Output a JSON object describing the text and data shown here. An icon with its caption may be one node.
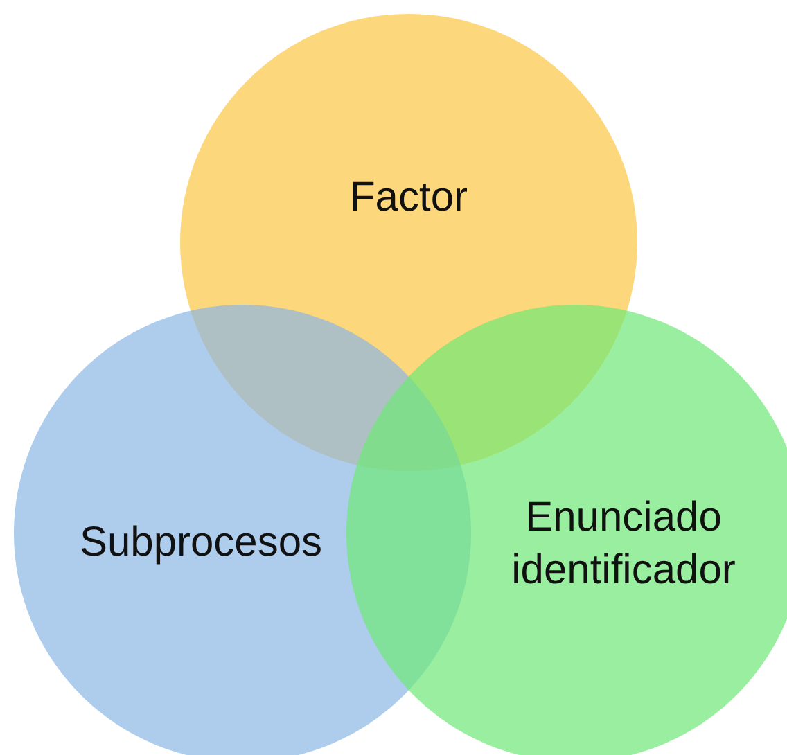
{
  "diagram": {
    "nodes": [
      {
        "text": [
          "Factor"
        ]
      },
      {
        "text": [
          "Subprocesos"
        ]
      },
      {
        "text": [
          "Enunciado identificador"
        ]
      }
    ]
  }
}
